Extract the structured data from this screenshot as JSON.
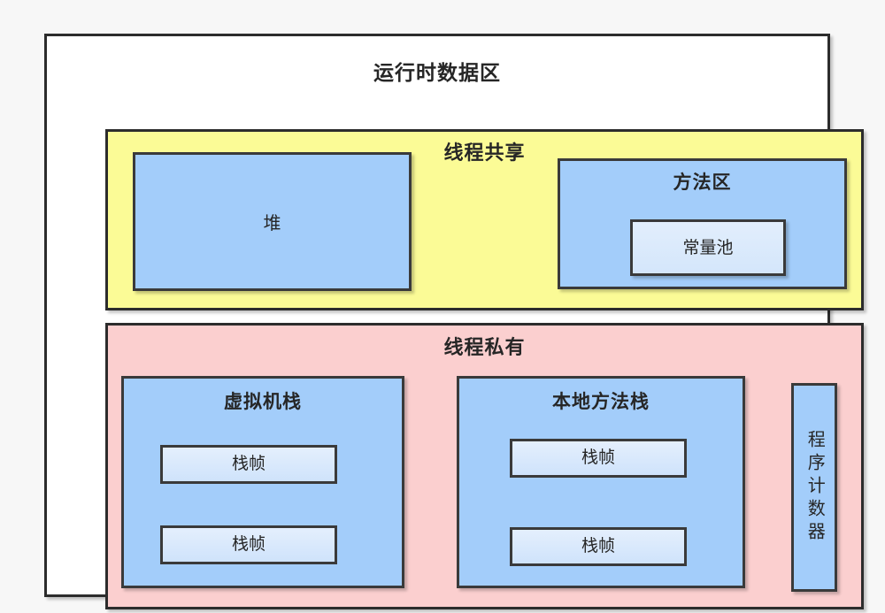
{
  "diagram": {
    "title": "运行时数据区",
    "background_color": "#f7f7f7",
    "border_color": "#2c2c2c",
    "regions": [
      {
        "id": "thread-shared",
        "title": "线程共享",
        "fill": "#fbfb96",
        "children": [
          {
            "id": "heap",
            "label": "堆",
            "fill": "#a3cdfa"
          },
          {
            "id": "method-area",
            "label": "方法区",
            "fill": "#a3cdfa",
            "children": [
              {
                "id": "constant-pool",
                "label": "常量池",
                "fill": "#dbe9fb"
              }
            ]
          }
        ]
      },
      {
        "id": "thread-private",
        "title": "线程私有",
        "fill": "#fbcfcf",
        "children": [
          {
            "id": "vm-stack",
            "label": "虚拟机栈",
            "fill": "#a3cdfa",
            "frames": [
              "栈帧",
              "栈帧"
            ]
          },
          {
            "id": "native-method-stack",
            "label": "本地方法栈",
            "fill": "#a3cdfa",
            "frames": [
              "栈帧",
              "栈帧"
            ]
          },
          {
            "id": "program-counter",
            "label": "程序计数器",
            "fill": "#a3cdfa",
            "orientation": "vertical"
          }
        ]
      }
    ]
  },
  "labels": {
    "outer_title": "运行时数据区",
    "shared_title": "线程共享",
    "private_title": "线程私有",
    "heap": "堆",
    "method_area": "方法区",
    "constant_pool": "常量池",
    "vm_stack": "虚拟机栈",
    "native_stack": "本地方法栈",
    "program_counter": "程序计数器",
    "stack_frame": "栈帧"
  }
}
